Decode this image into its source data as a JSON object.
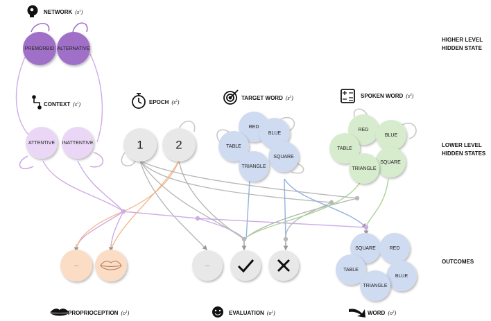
{
  "section_labels": {
    "higher_line1": "HIGHER LEVEL",
    "higher_line2": "HIDDEN STATE",
    "lower_line1": "LOWER LEVEL",
    "lower_line2": "HIDDEN STATES",
    "outcomes": "OUTCOMES"
  },
  "network": {
    "title": "NETWORK",
    "sym": "(s",
    "sup": "1",
    "close": ")",
    "states": [
      "PREMORBID",
      "ALTERNATIVE"
    ]
  },
  "context": {
    "title": "CONTEXT",
    "sym": "(s",
    "sup": "1",
    "close": ")",
    "states": [
      "ATTENTIVE",
      "INATTENTIVE"
    ]
  },
  "epoch": {
    "title": "EPOCH",
    "sym": "(s",
    "sup": "2",
    "close": ")",
    "states": [
      "1",
      "2"
    ]
  },
  "target_word": {
    "title": "TARGET WORD",
    "sym": "(s",
    "sup": "3",
    "close": ")",
    "states": [
      "RED",
      "BLUE",
      "TABLE",
      "SQUARE",
      "TRIANGLE"
    ]
  },
  "spoken_word": {
    "title": "SPOKEN WORD",
    "sym": "(s",
    "sup": "4",
    "close": ")",
    "states": [
      "RED",
      "BLUE",
      "TABLE",
      "SQUARE",
      "TRIANGLE"
    ]
  },
  "proprioception": {
    "title": "PROPRIOCEPTION",
    "sym": "(o",
    "sup": "1",
    "close": ")",
    "outcomes": [
      "..."
    ]
  },
  "evaluation": {
    "title": "EVALUATION",
    "sym": "(o",
    "sup": "2",
    "close": ")",
    "outcomes": [
      "..."
    ]
  },
  "word": {
    "title": "WORD",
    "sym": "(o",
    "sup": "3",
    "close": ")",
    "outcomes": [
      "SQUARE",
      "RED",
      "TABLE",
      "BLUE",
      "TRIANGLE"
    ]
  },
  "colors": {
    "purple_dark": "#a070c8",
    "purple_light": "#ead7f6",
    "purple_line": "#cfaae6",
    "grey_node": "#e8e8e8",
    "grey_line": "#b8b8b8",
    "blue_node": "#cfdbf0",
    "blue_line": "#93b2de",
    "green_node": "#d6eccd",
    "green_line": "#a9d494",
    "orange_node": "#fbdcc5",
    "orange_line": "#f3b98f"
  }
}
